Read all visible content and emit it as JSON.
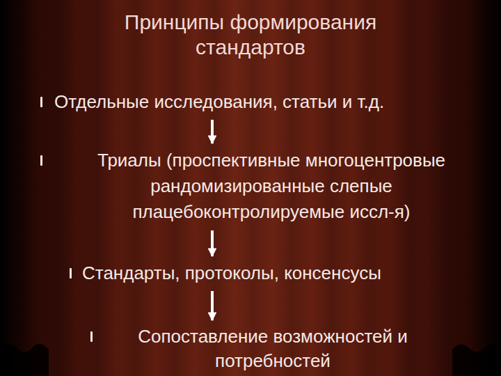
{
  "diagram": {
    "title": "Принципы формирования стандартов",
    "nodes": [
      {
        "text": [
          "Отдельные исследования, статьи и т.д."
        ]
      },
      {
        "text": [
          "Триалы (проспективные многоцентровые рандомизированные слепые плацебоконтролируемые иссл-я)"
        ]
      },
      {
        "text": [
          "Стандарты, протоколы, консенсусы"
        ]
      },
      {
        "text": [
          "Сопоставление возможностей и потребностей"
        ]
      }
    ],
    "edges": [
      {
        "from": 0,
        "to": 1,
        "arrow": "to"
      },
      {
        "from": 1,
        "to": 2,
        "arrow": "to"
      },
      {
        "from": 2,
        "to": 3,
        "arrow": "to"
      }
    ]
  }
}
